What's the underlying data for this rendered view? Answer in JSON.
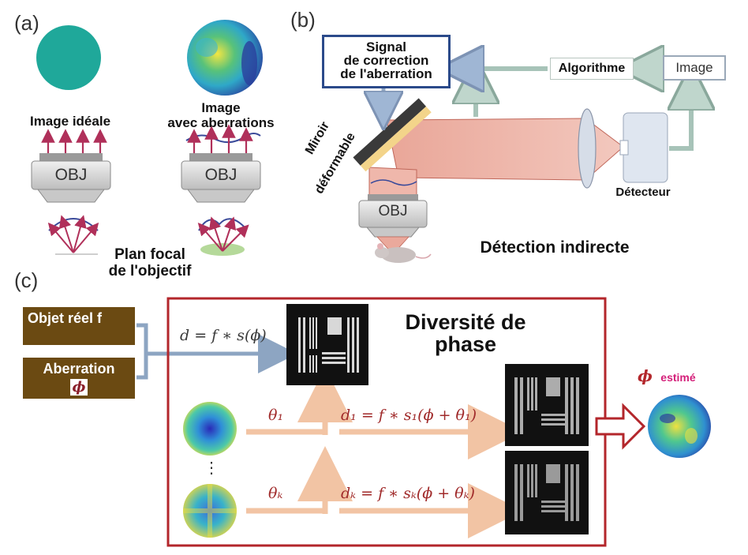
{
  "panels": {
    "a": "(a)",
    "b": "(b)",
    "c": "(c)"
  },
  "panel_a": {
    "ideal_label": "Image idéale",
    "aberr_label_1": "Image",
    "aberr_label_2": "avec aberrations",
    "obj_left": "OBJ",
    "obj_right": "OBJ",
    "focal_label_1": "Plan focal",
    "focal_label_2": "de l'objectif"
  },
  "panel_b": {
    "signal_1": "Signal",
    "signal_2": "de correction",
    "signal_3": "de l'aberration",
    "algorithm": "Algorithme",
    "image": "Image",
    "mirror_1": "Miroir",
    "mirror_2": "déformable",
    "obj": "OBJ",
    "detector": "Détecteur",
    "indirect": "Détection indirecte"
  },
  "panel_c": {
    "object_label": "Objet réel f",
    "aberration_label": "Aberration",
    "phi_symbol": "ϕ",
    "diversity_title_1": "Diversité de",
    "diversity_title_2": "phase",
    "eq_main": "d = f ∗ s(ϕ)",
    "theta1": "θ₁",
    "thetak": "θₖ",
    "eq_d1": "d₁ = f ∗ s₁(ϕ + θ₁)",
    "eq_dk": "dₖ = f ∗ sₖ(ϕ + θₖ)",
    "dots": "⋮",
    "estimate_symbol": "ϕ",
    "estimate_label": "estimé"
  },
  "colors": {
    "teal": "#1fa89a",
    "red_frame": "#b3262b",
    "blue_box": "#2b4a8a",
    "brown": "#6b4a12",
    "beam": "#e8a69a",
    "arrow_peach": "#f2c4a4",
    "arrow_blue": "#93a9c4",
    "arrow_green": "#a7c3b8",
    "estimate_pink": "#d4207a"
  }
}
